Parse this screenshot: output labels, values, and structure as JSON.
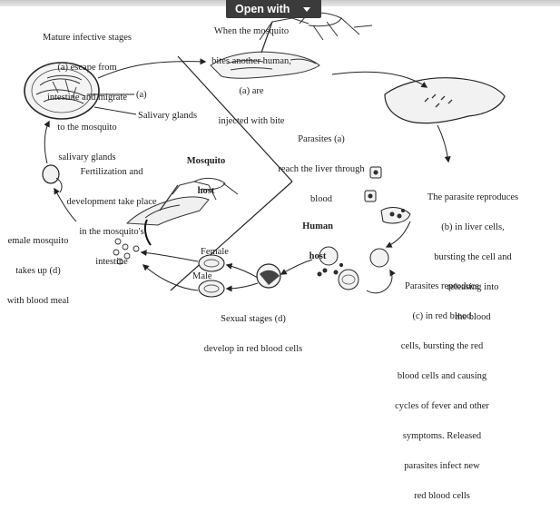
{
  "toolbar": {
    "open_with_label": "Open with",
    "open_with_icon": "chevron-down-icon"
  },
  "diagram": {
    "labels": {
      "mosquito_bite": [
        "When the mosquito",
        "bites another human,",
        "(a) are",
        "injected with bite"
      ],
      "mature_stages": [
        "Mature infective stages",
        "(a) escape from",
        "intestine and migrate",
        "to the mosquito",
        "salivary glands"
      ],
      "gland_a": "(a)",
      "salivary_glands": "Salivary glands",
      "fertilization": [
        "Fertilization and",
        "development take place",
        "in the mosquito's",
        "intestine"
      ],
      "mosquito_host": [
        "Mosquito",
        "host"
      ],
      "female_takes_up": [
        "emale mosquito",
        "takes up (d)",
        "with blood meal"
      ],
      "human_host": [
        "Human",
        "host"
      ],
      "parasites_liver": [
        "Parasites (a)",
        "reach the liver through",
        "blood"
      ],
      "liver_reproduce": [
        "The parasite reproduces",
        "(b) in liver cells,",
        "bursting the cell and",
        "releasing into",
        "the blood"
      ],
      "female": "Female",
      "male": "Male",
      "sexual_stages": [
        "Sexual stages (d)",
        "develop in red blood cells"
      ],
      "rbc_reproduce": [
        "Parasites reproduce",
        "(c) in red blood",
        "cells, bursting the red",
        "blood cells and causing",
        "cycles of fever and other",
        "symptoms. Released",
        "parasites infect new",
        "red blood cells"
      ]
    }
  }
}
